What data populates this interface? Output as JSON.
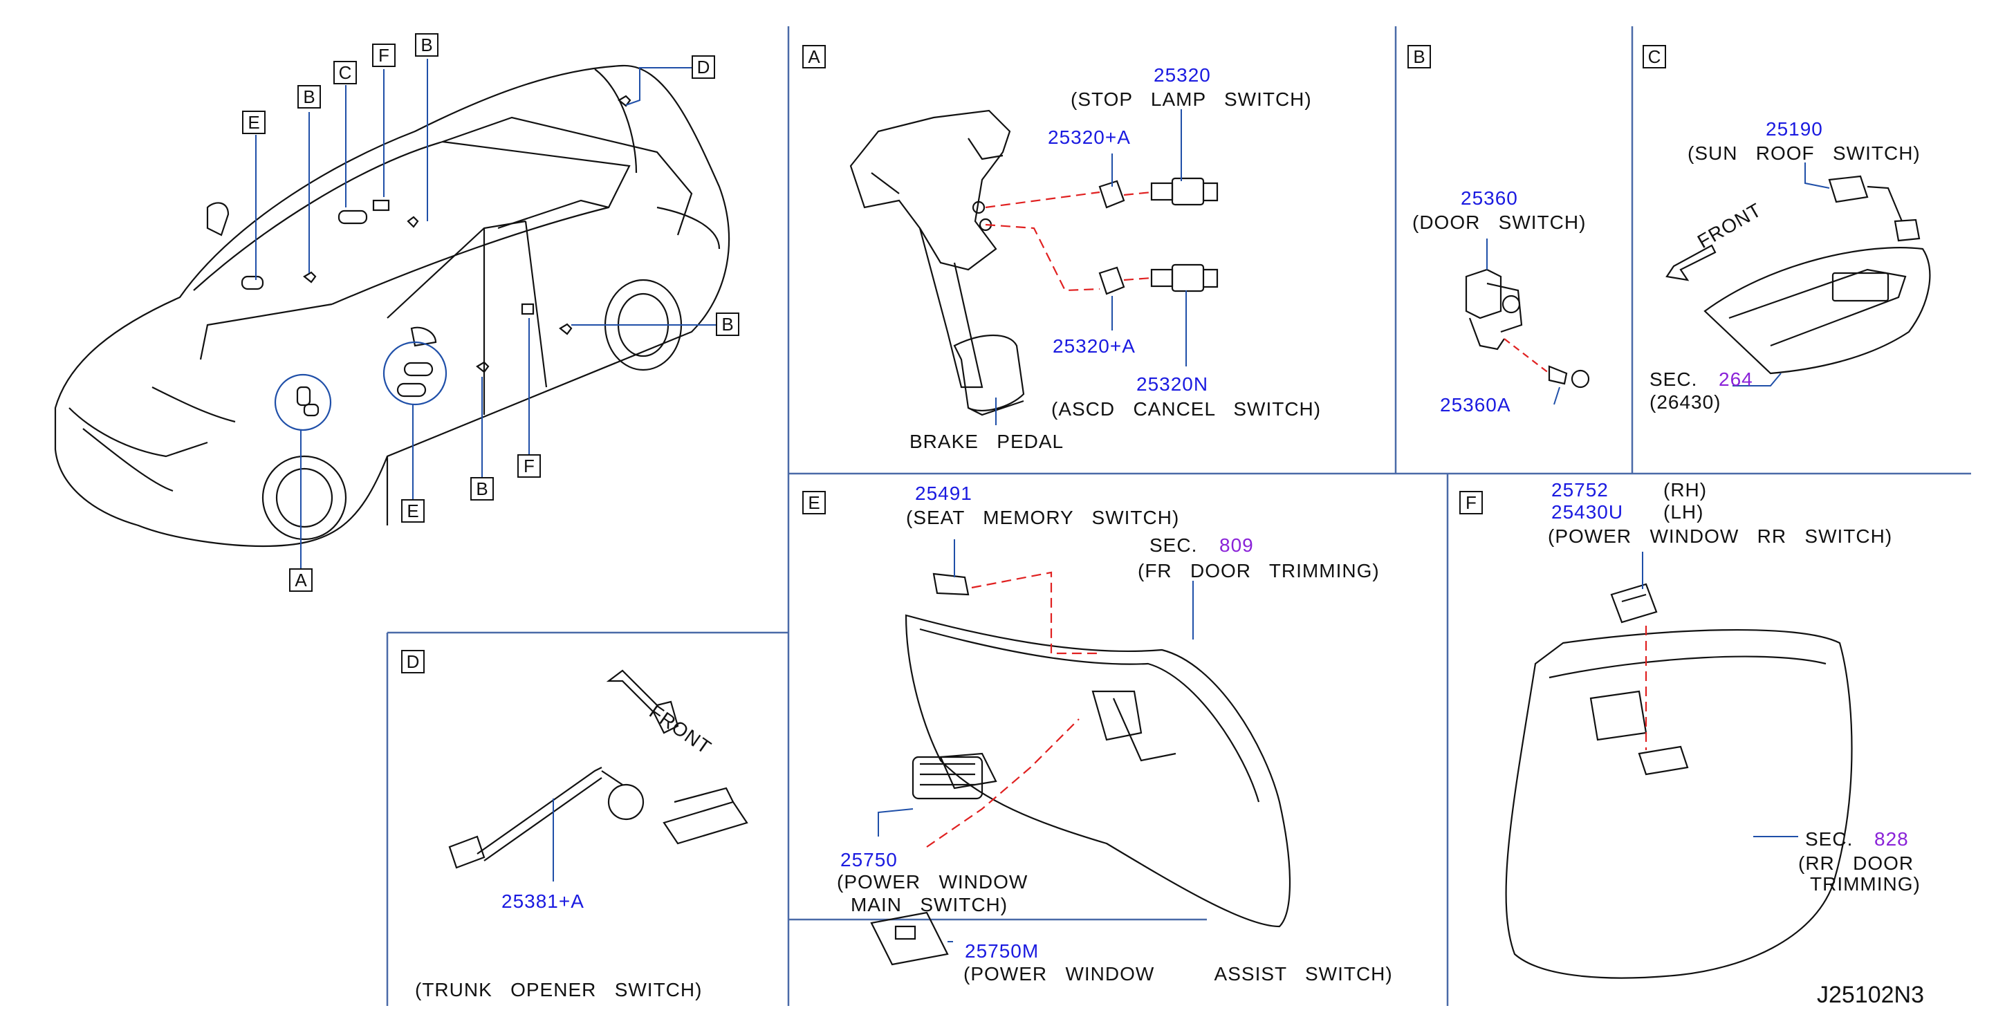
{
  "diagram_code": "J25102N3",
  "overview": {
    "callouts": [
      "E",
      "B",
      "C",
      "F",
      "B",
      "D",
      "B",
      "B",
      "F",
      "E",
      "A"
    ]
  },
  "panels": {
    "A": {
      "letter": "A",
      "stop_lamp_pn": "25320",
      "stop_lamp_name": "(STOP   LAMP   SWITCH)",
      "stop_lamp_nut_pn": "25320+A",
      "ascd_nut_pn": "25320+A",
      "ascd_pn": "25320N",
      "ascd_name": "(ASCD   CANCEL   SWITCH)",
      "pedal_name": "BRAKE   PEDAL"
    },
    "B": {
      "letter": "B",
      "door_pn": "25360",
      "door_name": "(DOOR   SWITCH)",
      "screw_pn": "25360A"
    },
    "C": {
      "letter": "C",
      "sunroof_pn": "25190",
      "sunroof_name": "(SUN   ROOF   SWITCH)",
      "front": "FRONT",
      "sec_label": "SEC.",
      "sec_num": "264",
      "sec_sub": "(26430)"
    },
    "D": {
      "letter": "D",
      "front": "FRONT",
      "trunk_pn": "25381+A",
      "trunk_name": "(TRUNK   OPENER   SWITCH)"
    },
    "E": {
      "letter": "E",
      "seat_pn": "25491",
      "seat_name": "(SEAT   MEMORY   SWITCH)",
      "sec_label": "SEC.",
      "sec_num": "809",
      "sec_name": "(FR   DOOR   TRIMMING)",
      "main_pn": "25750",
      "main_name_1": "(POWER   WINDOW",
      "main_name_2": "MAIN   SWITCH)",
      "assist_pn": "25750M",
      "assist_name": "(POWER   WINDOW          ASSIST   SWITCH)"
    },
    "F": {
      "letter": "F",
      "rh_pn": "25752",
      "rh_tag": "(RH)",
      "lh_pn": "25430U",
      "lh_tag": "(LH)",
      "rr_name": "(POWER   WINDOW   RR   SWITCH)",
      "sec_label": "SEC.",
      "sec_num": "828",
      "sec_name_1": "(RR   DOOR",
      "sec_name_2": "TRIMMING)"
    }
  },
  "colors": {
    "part_number": "#1a1ae0",
    "section": "#8a22d8",
    "dashed_link": "#e02020",
    "callout_line": "#1f4fa8"
  }
}
